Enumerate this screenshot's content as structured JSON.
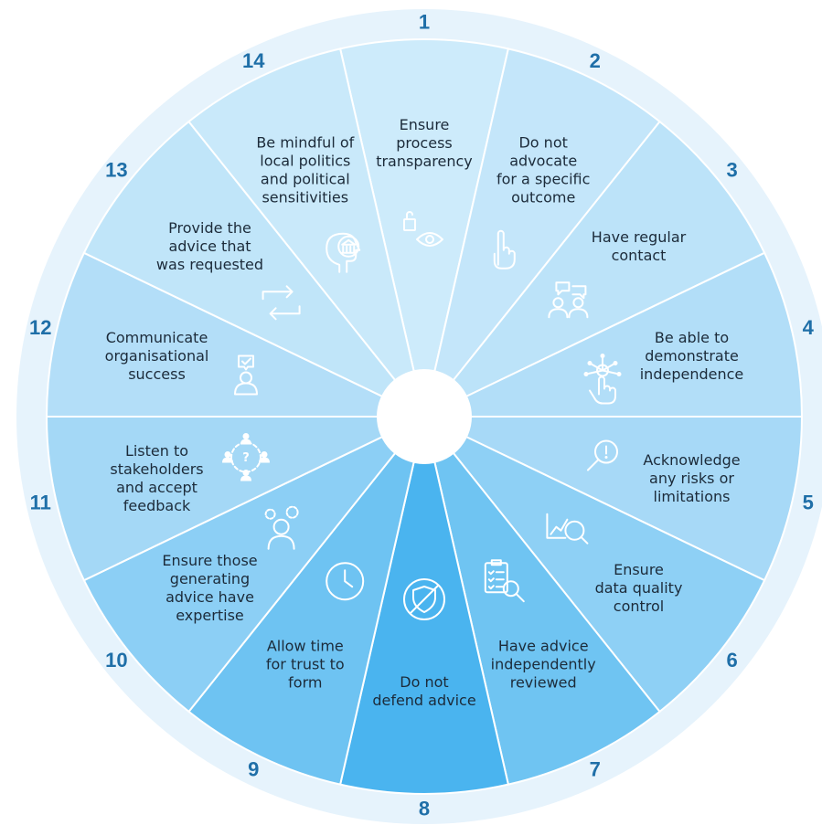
{
  "colors": {
    "ring": "#e6f3fc",
    "ring_stroke": "#ffffff",
    "number": "#1f6fa8",
    "label": "#1c2b3a",
    "icon": "#ffffff",
    "hub": "#ffffff"
  },
  "segments": [
    {
      "number": "1",
      "lines": [
        "Ensure",
        "process",
        "transparency"
      ],
      "icon": "lock-eye-icon",
      "color": "#cdebfb"
    },
    {
      "number": "2",
      "lines": [
        "Do not",
        "advocate",
        "for a specific",
        "outcome"
      ],
      "icon": "raised-finger-icon",
      "color": "#c4e6fa"
    },
    {
      "number": "3",
      "lines": [
        "Have regular",
        "contact"
      ],
      "icon": "people-chat-icon",
      "color": "#bce3f9"
    },
    {
      "number": "4",
      "lines": [
        "Be able to",
        "demonstrate",
        "independence"
      ],
      "icon": "hand-network-icon",
      "color": "#b2def8"
    },
    {
      "number": "5",
      "lines": [
        "Acknowledge",
        "any risks or",
        "limitations"
      ],
      "icon": "magnifier-alert-icon",
      "color": "#a7d9f7"
    },
    {
      "number": "6",
      "lines": [
        "Ensure",
        "data quality",
        "control"
      ],
      "icon": "chart-magnifier-icon",
      "color": "#8ed0f5"
    },
    {
      "number": "7",
      "lines": [
        "Have advice",
        "independently",
        "reviewed"
      ],
      "icon": "checklist-magnifier-icon",
      "color": "#6fc4f2"
    },
    {
      "number": "8",
      "lines": [
        "Do not",
        "defend advice"
      ],
      "icon": "shield-blocked-icon",
      "color": "#4ab4ef"
    },
    {
      "number": "9",
      "lines": [
        "Allow time",
        "for trust to",
        "form"
      ],
      "icon": "clock-icon",
      "color": "#6ec3f2"
    },
    {
      "number": "10",
      "lines": [
        "Ensure those",
        "generating",
        "advice have",
        "expertise"
      ],
      "icon": "person-gears-icon",
      "color": "#8ccff5"
    },
    {
      "number": "11",
      "lines": [
        "Listen to",
        "stakeholders",
        "and accept",
        "feedback"
      ],
      "icon": "people-question-icon",
      "color": "#a4d8f6"
    },
    {
      "number": "12",
      "lines": [
        "Communicate",
        "organisational",
        "success"
      ],
      "icon": "person-check-icon",
      "color": "#b3def8"
    },
    {
      "number": "13",
      "lines": [
        "Provide the",
        "advice that",
        "was requested"
      ],
      "icon": "exchange-arrows-icon",
      "color": "#c0e5f9"
    },
    {
      "number": "14",
      "lines": [
        "Be mindful of",
        "local politics",
        "and political",
        "sensitivities"
      ],
      "icon": "head-institution-icon",
      "color": "#c9e9fa"
    }
  ]
}
